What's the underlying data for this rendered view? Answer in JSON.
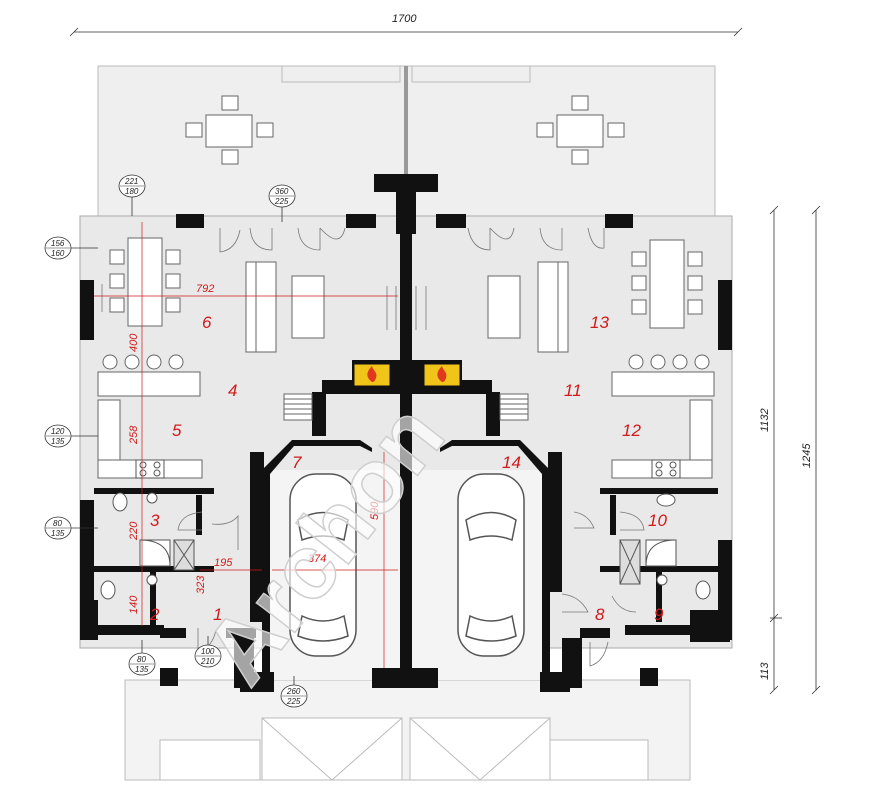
{
  "dimensions": {
    "top_width": "1700",
    "right_inner": "1132",
    "right_outer": "1245",
    "right_small": "113",
    "living_width": "792",
    "kitchen_depth": "400",
    "stair_depth": "258",
    "bath_depth": "220",
    "wc_depth": "140",
    "hall_width": "195",
    "hall_depth": "323",
    "garage_width": "374",
    "garage_depth": "590"
  },
  "rooms": [
    "1",
    "2",
    "3",
    "4",
    "5",
    "6",
    "7",
    "8",
    "9",
    "10",
    "11",
    "12",
    "13",
    "14"
  ],
  "openings": [
    {
      "top": "221",
      "bottom": "180"
    },
    {
      "top": "156",
      "bottom": "160"
    },
    {
      "top": "360",
      "bottom": "225"
    },
    {
      "top": "120",
      "bottom": "135"
    },
    {
      "top": "80",
      "bottom": "135"
    },
    {
      "top": "100",
      "bottom": "210"
    },
    {
      "top": "80",
      "bottom": "135"
    },
    {
      "top": "260",
      "bottom": "225"
    }
  ],
  "watermark": "Archon",
  "colors": {
    "wall": "#111111",
    "floor": "#e9e9e9",
    "terrace": "#efefef",
    "room_label": "#d11a1a",
    "fire": "#f0c419"
  },
  "icons": [
    "fireplace-icon",
    "car-icon",
    "dining-table-icon",
    "sofa-icon",
    "stove-icon",
    "toilet-icon",
    "shower-icon",
    "door-swing-icon"
  ]
}
